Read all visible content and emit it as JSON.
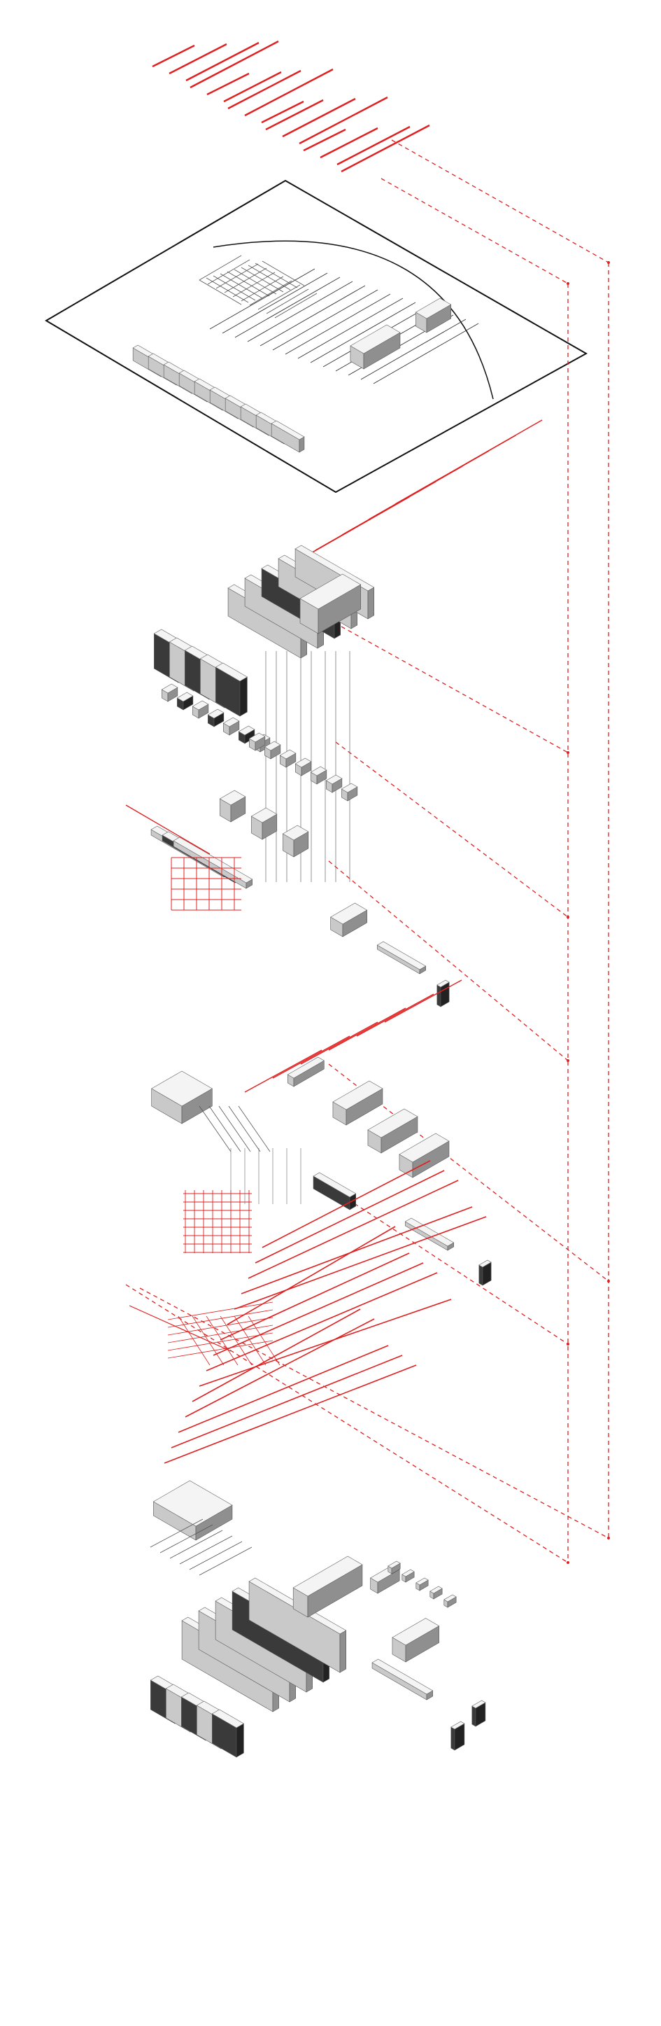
{
  "diagram": {
    "kind": "exploded-axonometric",
    "text_labels": [],
    "colors": {
      "background": "#ffffff",
      "accent_red": "#e02020",
      "outline": "#111111",
      "face_top": "#f4f4f4",
      "face_left": "#c9c9c9",
      "face_right": "#8f8f8f",
      "face_dark": "#3a3a3a"
    },
    "layers": [
      {
        "id": "roof-lines",
        "style": "red-parallel-lines"
      },
      {
        "id": "ground-floor-plan",
        "style": "outlined-slab"
      },
      {
        "id": "upper-volumes",
        "style": "grey-solids"
      },
      {
        "id": "mid-volumes",
        "style": "grey-solids"
      },
      {
        "id": "lower-volumes",
        "style": "grey-solids"
      },
      {
        "id": "red-line-field",
        "style": "red-parallel-lines"
      },
      {
        "id": "assembled-model",
        "style": "grey-solids"
      }
    ]
  }
}
